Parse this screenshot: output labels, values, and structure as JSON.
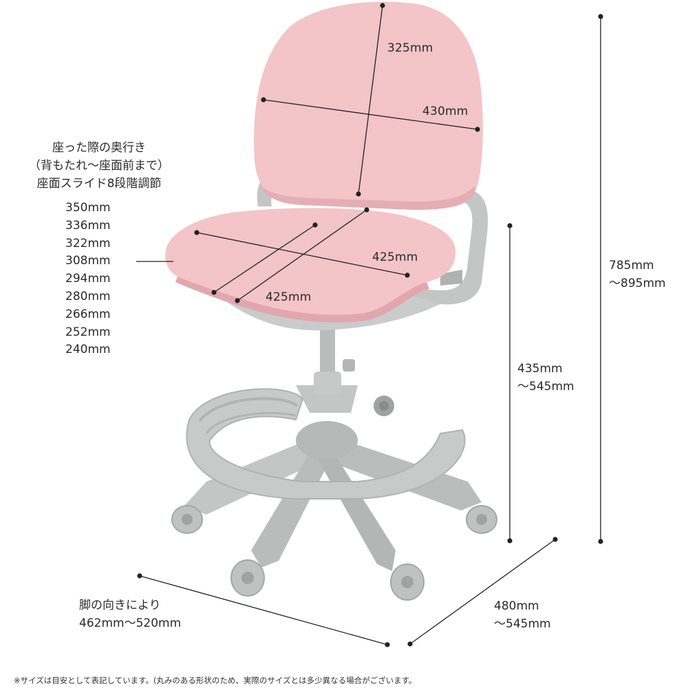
{
  "colors": {
    "pink": "#f3c4c8",
    "pink_shadow": "#e5a9b0",
    "gray_frame": "#c3c6c5",
    "gray_dark": "#a9aead",
    "line": "#222222"
  },
  "labels": {
    "backrest_height": "325mm",
    "backrest_width": "430mm",
    "seat_width": "425mm",
    "seat_depth": "425mm",
    "total_height": [
      "785mm",
      "～895mm"
    ],
    "seat_height": [
      "435mm",
      "～545mm"
    ],
    "base_depth": [
      "480mm",
      "～545mm"
    ],
    "base_width": [
      "脚の向きにより",
      "462mm～520mm"
    ]
  },
  "seat_slide": {
    "title": [
      "座った際の奥行き",
      "（背もたれ～座面前まで）",
      "座面スライド8段階調節"
    ],
    "values": [
      "350mm",
      "336mm",
      "322mm",
      "308mm",
      "294mm",
      "280mm",
      "266mm",
      "252mm",
      "240mm"
    ]
  },
  "footnote": "※サイズは目安として表記しています。(丸みのある形状のため、実際のサイズとは多少異なる場合がございます。"
}
